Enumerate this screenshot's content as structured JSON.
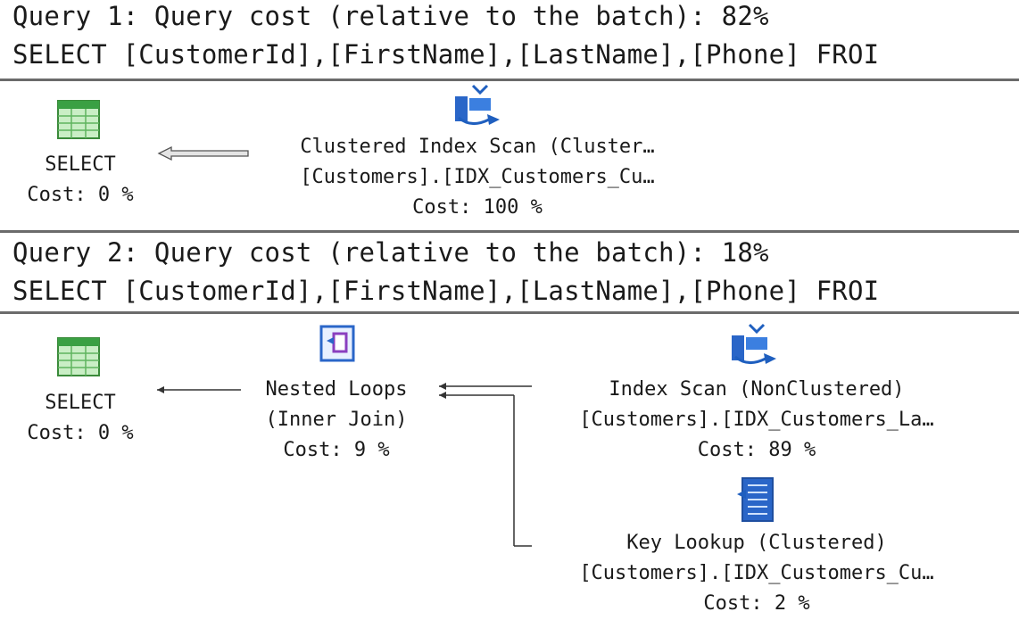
{
  "query1": {
    "header": "Query 1: Query cost (relative to the batch): 82%",
    "sql": "SELECT [CustomerId],[FirstName],[LastName],[Phone] FROI",
    "select": {
      "label": "SELECT",
      "cost": "Cost: 0 %",
      "icon": "result-grid-icon"
    },
    "scan": {
      "line1": "Clustered Index Scan (Cluster…",
      "line2": "[Customers].[IDX_Customers_Cu…",
      "cost": "Cost: 100 %",
      "icon": "clustered-index-scan-icon"
    }
  },
  "query2": {
    "header": "Query 2: Query cost (relative to the batch): 18%",
    "sql": "SELECT [CustomerId],[FirstName],[LastName],[Phone] FROI",
    "select": {
      "label": "SELECT",
      "cost": "Cost: 0 %",
      "icon": "result-grid-icon"
    },
    "nested": {
      "line1": "Nested Loops",
      "line2": "(Inner Join)",
      "cost": "Cost: 9 %",
      "icon": "nested-loops-icon"
    },
    "index_scan": {
      "line1": "Index Scan (NonClustered)",
      "line2": "[Customers].[IDX_Customers_La…",
      "cost": "Cost: 89 %",
      "icon": "index-scan-icon"
    },
    "key_lookup": {
      "line1": "Key Lookup (Clustered)",
      "line2": "[Customers].[IDX_Customers_Cu…",
      "cost": "Cost: 2 %",
      "icon": "key-lookup-icon"
    }
  }
}
